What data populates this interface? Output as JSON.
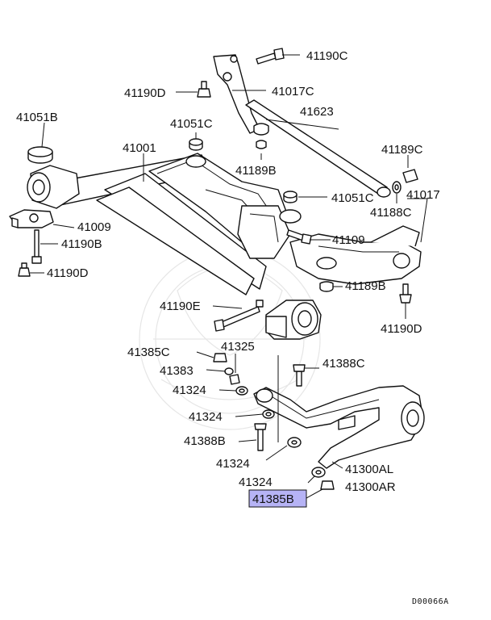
{
  "diagram_code": "D00066A",
  "highlight_color": "#b6b3f5",
  "labels": {
    "p41190C": "41190C",
    "p41190D_top": "41190D",
    "p41017C": "41017C",
    "p41051B": "41051B",
    "p41051C_top": "41051C",
    "p41623": "41623",
    "p41001": "41001",
    "p41189B_top": "41189B",
    "p41189C": "41189C",
    "p41051C_mid": "41051C",
    "p41017": "41017",
    "p41188C": "41188C",
    "p41009": "41009",
    "p41190B": "41190B",
    "p41190D_left": "41190D",
    "p41109": "41109",
    "p41189B_mid": "41189B",
    "p41190E": "41190E",
    "p41190D_right": "41190D",
    "p41385C": "41385C",
    "p41325": "41325",
    "p41383": "41383",
    "p41388C": "41388C",
    "p41324_a": "41324",
    "p41324_b": "41324",
    "p41388B": "41388B",
    "p41324_c": "41324",
    "p41300AL": "41300AL",
    "p41324_d": "41324",
    "p41300AR": "41300AR",
    "p41385B": "41385B"
  }
}
